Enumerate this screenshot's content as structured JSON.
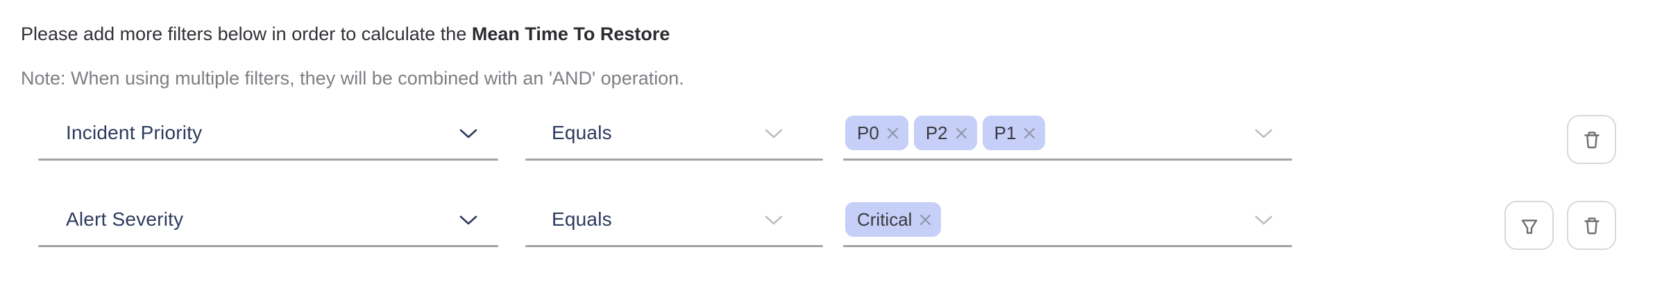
{
  "header": {
    "intro_text": "Please add more filters below in order to calculate the ",
    "intro_bold": "Mean Time To Restore",
    "note": "Note: When using multiple filters, they will be combined with an 'AND' operation."
  },
  "rows": [
    {
      "field": "Incident Priority",
      "operator": "Equals",
      "values": [
        "P0",
        "P2",
        "P1"
      ],
      "actions": [
        "delete"
      ]
    },
    {
      "field": "Alert Severity",
      "operator": "Equals",
      "values": [
        "Critical"
      ],
      "actions": [
        "filter",
        "delete"
      ]
    }
  ],
  "icons": {
    "field_dropdown": "chevron-down",
    "remove_value": "close-x",
    "delete_row": "trash",
    "filter_row": "funnel"
  },
  "colors": {
    "tag_background": "#c5cff7",
    "tag_text": "#3a3a40",
    "label_navy": "#2c3a5e",
    "underline_gray": "#a2a2a7",
    "note_gray": "#7e7e84",
    "button_border": "#d8d8dc",
    "icon_gray": "#6e6e73"
  }
}
